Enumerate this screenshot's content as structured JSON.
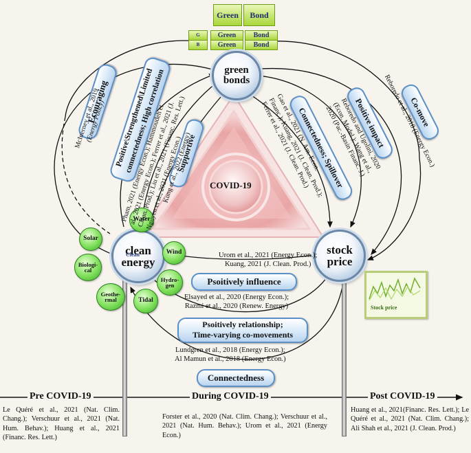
{
  "nodes": {
    "green_bonds": [
      "green",
      "bonds"
    ],
    "clean_energy": [
      "clean",
      "energy"
    ],
    "clean_energy_small": "Clean",
    "stock_price": [
      "stock",
      "price"
    ],
    "covid": "COVID-19"
  },
  "bond_stack": {
    "top": [
      "Green",
      "Bond"
    ],
    "row1": [
      "G",
      "Green",
      "Bond"
    ],
    "row2": [
      "B",
      "Green",
      "Bond"
    ]
  },
  "energy_types": [
    "Solar",
    "Water",
    "Wind",
    "Biologi-cal",
    "Hydro-gen",
    "Geothe-rmal",
    "Tidal"
  ],
  "pills": {
    "encouraging": "Ecouraging",
    "positive_strengthened": [
      "Positive\\Strengthened\\Limited",
      "connectedness; High correlation"
    ],
    "supportive": "Supportive",
    "connectedness_spillover": "Connectedness; Spillover",
    "positive_impact": "Positive impact",
    "comove": "Co-move",
    "positively_influence": "Psoitively influence",
    "positively_relationship": [
      "Psoitively relationship;",
      "Time-varying co-movements"
    ],
    "connectedness": "Connectedness"
  },
  "refs": {
    "mcinerney": [
      "McInerney et al., 2019",
      "(Energy Policy)"
    ],
    "pham_block": [
      "Pham, 2021 (Energy Econ.); Hammoudeh et",
      "al., 2021 (Energy Econ.); Ferrer et al., 2021 (J.",
      "Clean. Prod.); Liu et al., 2021 (Financ. Res. Lett.)",
      "Nguyen et al., 2021 (Energy Econ.)"
    ],
    "kung": "Kung et al., 2022 (Energy)",
    "gao_block": [
      "Gao et al., 2021 (N. Am. Econ.",
      "Financ.); Kuang, 2021 (J. Clean. Prod.);",
      "Ferrer et al., 2021 (J. Clean. Prod.)"
    ],
    "reboredo_block": [
      "Reboredo and Ugolini, 2020",
      "(Econ. Model.); Wang et al.,",
      "2020 (Pac.-Basin Financ. J.)"
    ],
    "reboredo2018": "Reboredo et al., 2018 (Energy Econ.)",
    "urom": [
      "Urom et al., 2021 (Energy Econ.);",
      "Kuang, 2021 (J. Clean. Prod.)"
    ],
    "elsayed": [
      "Elsayed et al., 2020 (Energy Econ.);",
      "Razmi et al., 2020 (Renew. Energy)"
    ],
    "lundgren": [
      "Lundgren et al., 2018 (Energy Econ.);",
      "Al Mamun et al., 2018 (Energy Econ.)"
    ]
  },
  "stock_thumb_label": "Stock price",
  "timeline": {
    "pre": "Pre COVID-19",
    "during": "During COVID-19",
    "post": "Post COVID-19",
    "pre_refs": "Le Quéré et al., 2021 (Nat. Clim. Chang.); Verschuur et al., 2021 (Nat. Hum. Behav.); Huang et al., 2021 (Financ. Res. Lett.)",
    "during_refs": "Forster et al., 2020 (Nat. Clim. Chang.); Verschuur et al., 2021 (Nat. Hum. Behav.); Urom et al., 2021 (Energy Econ.)",
    "post_refs": "Huang et al., 2021(Financ. Res. Lett.); Le Quéré et al., 2021 (Nat. Clim. Chang.); Ali Shah et al., 2021 (J. Clean. Prod.)"
  }
}
